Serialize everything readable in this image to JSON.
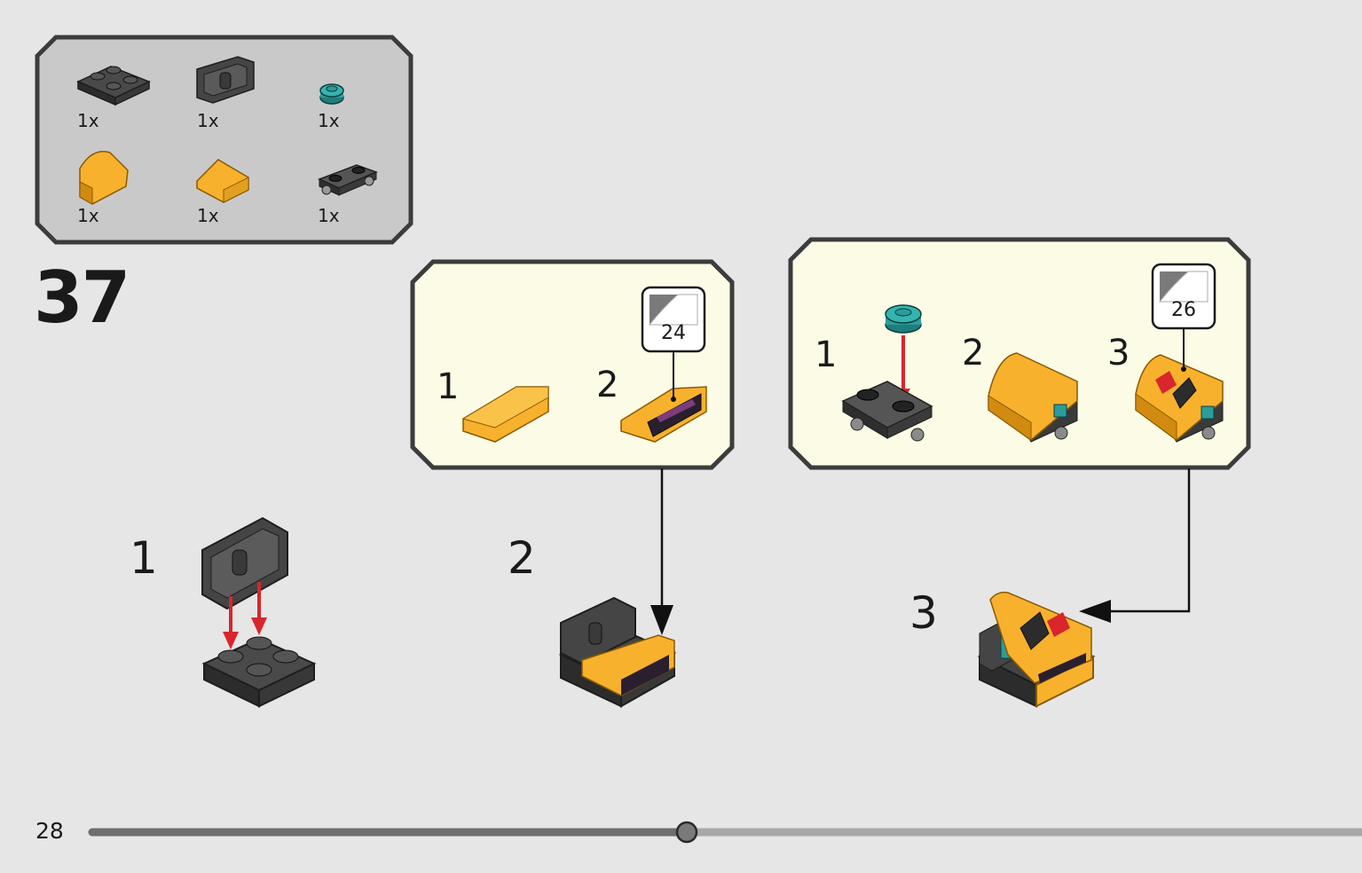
{
  "inventory": {
    "parts": [
      {
        "name": "plate-2x2-dark-gray",
        "qty": "1x"
      },
      {
        "name": "hinge-brick-dark-gray",
        "qty": "1x"
      },
      {
        "name": "round-plate-teal",
        "qty": "1x"
      },
      {
        "name": "curved-slope-orange",
        "qty": "1x"
      },
      {
        "name": "slope-orange",
        "qty": "1x"
      },
      {
        "name": "plate-with-wheels-dark-gray",
        "qty": "1x"
      }
    ]
  },
  "step": {
    "number": "37"
  },
  "substeps": [
    {
      "number": "1"
    },
    {
      "number": "2"
    },
    {
      "number": "3"
    }
  ],
  "callout_a": {
    "steps": [
      "1",
      "2"
    ],
    "sticker": "24"
  },
  "callout_b": {
    "steps": [
      "1",
      "2",
      "3"
    ],
    "sticker": "26"
  },
  "footer": {
    "page_number": "28",
    "progress": 0.5
  },
  "colors": {
    "background": "#e6e6e6",
    "inventory_box": "#c9c9c9",
    "callout_box": "#fcfce6",
    "orange": "#f8b12d",
    "dark_gray": "#3a3a3a",
    "teal": "#2a9d9b",
    "arrow_red": "#d8262c"
  }
}
